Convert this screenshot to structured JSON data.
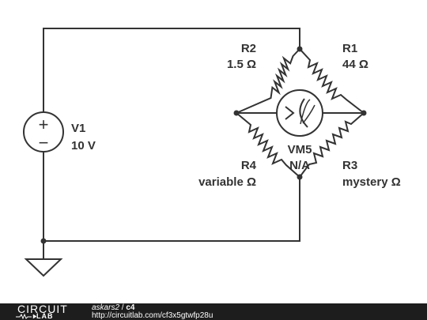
{
  "schematic": {
    "V1": {
      "name": "V1",
      "value": "10 V"
    },
    "R1": {
      "name": "R1",
      "value": "44 Ω"
    },
    "R2": {
      "name": "R2",
      "value": "1.5 Ω"
    },
    "R3": {
      "name": "R3",
      "value": "mystery Ω"
    },
    "R4": {
      "name": "R4",
      "value": "variable Ω"
    },
    "VM5": {
      "name": "VM5",
      "value": "N/A"
    },
    "source_plus": "+",
    "source_minus": "−"
  },
  "footer": {
    "logo_top": "CIRCUIT",
    "logo_bottom": "LAB",
    "user": "askars2",
    "separator": " / ",
    "project": "c4",
    "url": "http://circuitlab.com/cf3x5gtwfp28u"
  }
}
